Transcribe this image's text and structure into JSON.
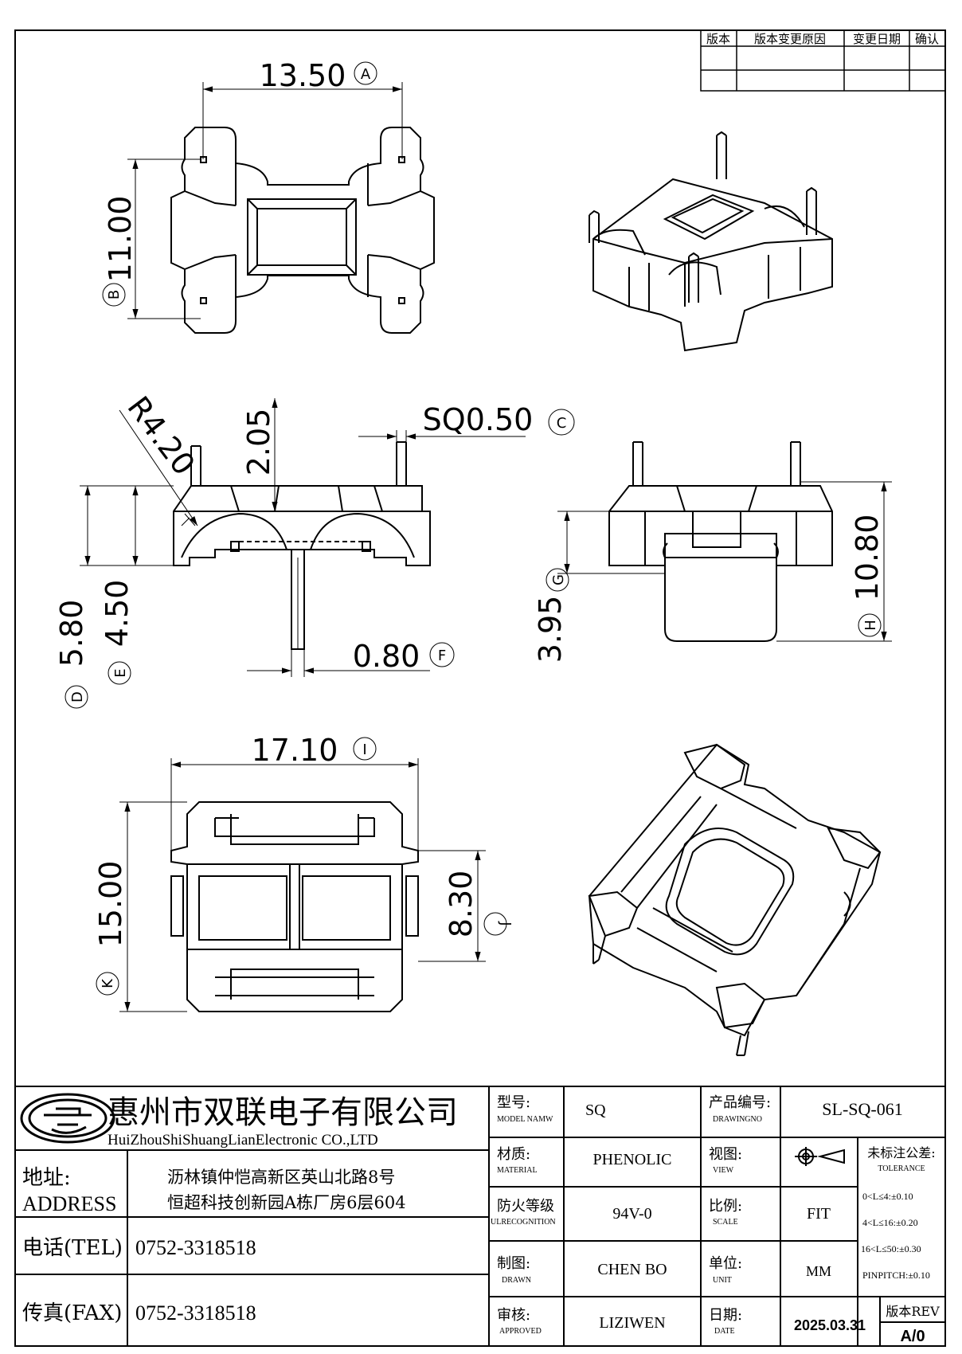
{
  "revision_table": {
    "headers": [
      "版本",
      "版本变更原因",
      "变更日期",
      "确认"
    ],
    "rows": [
      [
        "",
        "",
        "",
        ""
      ],
      [
        "",
        "",
        "",
        ""
      ]
    ]
  },
  "dimensions": {
    "a": {
      "value": "13.50",
      "ref": "A"
    },
    "b": {
      "value": "11.00",
      "ref": "B"
    },
    "r": {
      "value": "R4.20"
    },
    "c_top": {
      "value": "2.05"
    },
    "c": {
      "value": "SQ0.50",
      "ref": "C"
    },
    "d": {
      "value": "5.80",
      "ref": "D"
    },
    "e": {
      "value": "4.50",
      "ref": "E"
    },
    "f": {
      "value": "0.80",
      "ref": "F"
    },
    "g": {
      "value": "3.95",
      "ref": "G"
    },
    "h": {
      "value": "10.80",
      "ref": "H"
    },
    "i": {
      "value": "17.10",
      "ref": "I"
    },
    "j": {
      "value": "8.30",
      "ref": "J"
    },
    "k": {
      "value": "15.00",
      "ref": "K"
    }
  },
  "company": {
    "name_cn": "惠州市双联电子有限公司",
    "name_en": "HuiZhouShiShuangLianElectronic CO.,LTD",
    "address_label_cn": "地址:",
    "address_label_en": "ADDRESS",
    "address_line1": "沥林镇仲恺高新区英山北路8号",
    "address_line2": "恒超科技创新园A栋厂房6层604",
    "tel_label": "电话(TEL)",
    "tel": "0752-3318518",
    "fax_label": "传真(FAX)",
    "fax": "0752-3318518"
  },
  "title_block": {
    "model_label_cn": "型号:",
    "model_label_en": "MODEL NAMW",
    "model": "SQ",
    "drawingno_label_cn": "产品编号:",
    "drawingno_label_en": "DRAWINGNO",
    "drawingno": "SL-SQ-061",
    "material_label_cn": "材质:",
    "material_label_en": "MATERIAL",
    "material": "PHENOLIC",
    "view_label_cn": "视图:",
    "view_label_en": "VIEW",
    "fire_label_cn": "防火等级",
    "fire_label_en": "ULRECOGNITION",
    "fire": "94V-0",
    "scale_label_cn": "比例:",
    "scale_label_en": "SCALE",
    "scale": "FIT",
    "drawn_label_cn": "制图:",
    "drawn_label_en": "DRAWN",
    "drawn": "CHEN BO",
    "unit_label_cn": "单位:",
    "unit_label_en": "UNIT",
    "unit": "MM",
    "approved_label_cn": "审核:",
    "approved_label_en": "APPROVED",
    "approved": "LIZIWEN",
    "date_label_cn": "日期:",
    "date_label_en": "DATE",
    "date": "2025.03.31",
    "rev_label": "版本REV",
    "rev": "A/0",
    "tolerance_title_cn": "未标注公差:",
    "tolerance_title_en": "TOLERANCE",
    "tolerances": [
      "0<L≤4:±0.10",
      "4<L≤16:±0.20",
      "16<L≤50:±0.30",
      "PINPITCH:±0.10"
    ]
  }
}
